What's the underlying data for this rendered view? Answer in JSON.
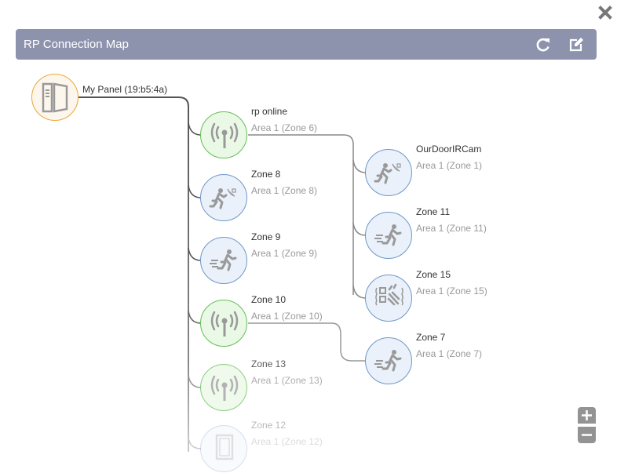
{
  "window": {
    "close_icon": "close-icon"
  },
  "header": {
    "title": "RP Connection Map",
    "refresh_icon": "refresh-icon",
    "edit_icon": "edit-icon",
    "color": "#8d93ad"
  },
  "root": {
    "name": "My Panel (19:b5:4a)",
    "icon": "panel-icon",
    "color": "#eba93b"
  },
  "nodes": [
    {
      "name": "rp online",
      "sub": "Area 1 (Zone 6)",
      "icon": "antenna-icon",
      "color": "#64bf57"
    },
    {
      "name": "Zone 8",
      "sub": "Area 1 (Zone 8)",
      "icon": "motion-sensor-icon",
      "color": "#6e98c8"
    },
    {
      "name": "Zone 9",
      "sub": "Area 1 (Zone 9)",
      "icon": "running-person-icon",
      "color": "#6e98c8"
    },
    {
      "name": "Zone 10",
      "sub": "Area 1 (Zone 10)",
      "icon": "antenna-icon",
      "color": "#64bf57"
    },
    {
      "name": "Zone 13",
      "sub": "Area 1 (Zone 13)",
      "icon": "antenna-icon",
      "color": "#64bf57"
    },
    {
      "name": "Zone 12",
      "sub": "Area 1 (Zone 12)",
      "icon": "door-icon",
      "color": "#6e98c8"
    },
    {
      "name": "OurDoorIRCam",
      "sub": "Area 1 (Zone 1)",
      "icon": "motion-sensor-icon",
      "color": "#6e98c8"
    },
    {
      "name": "Zone 11",
      "sub": "Area 1 (Zone 11)",
      "icon": "running-person-icon",
      "color": "#6e98c8"
    },
    {
      "name": "Zone 15",
      "sub": "Area 1 (Zone 15)",
      "icon": "glass-break-icon",
      "color": "#6e98c8"
    },
    {
      "name": "Zone 7",
      "sub": "Area 1 (Zone 7)",
      "icon": "running-person-icon",
      "color": "#6e98c8"
    }
  ],
  "zoom_controls": {
    "plus": "+",
    "minus": "−"
  }
}
